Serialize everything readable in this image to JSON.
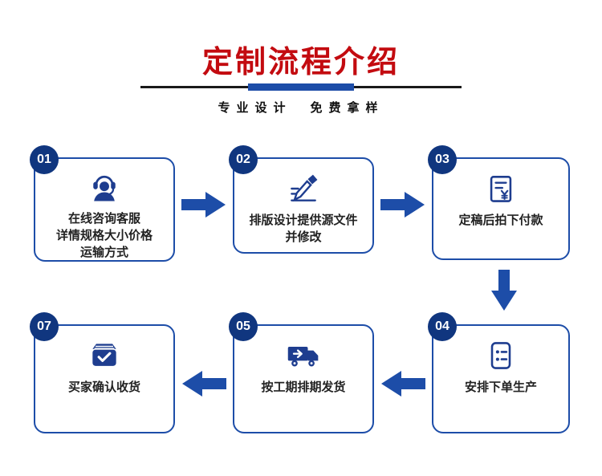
{
  "colors": {
    "red": "#c30b10",
    "blue": "#1d4da8",
    "badge": "#10367f",
    "navy": "#1e3d8f",
    "text": "#222222",
    "line": "#1a1a1a"
  },
  "header": {
    "title": "定制流程介绍",
    "subtitle": "专业设计　免费拿样"
  },
  "steps": [
    {
      "number": "01",
      "icon": "customer-service-icon",
      "lines": [
        "在线咨询客服",
        "详情规格大小价格",
        "运输方式"
      ]
    },
    {
      "number": "02",
      "icon": "design-edit-icon",
      "lines": [
        "排版设计提供源文件",
        "并修改"
      ]
    },
    {
      "number": "03",
      "icon": "payment-document-icon",
      "lines": [
        "定稿后拍下付款"
      ]
    },
    {
      "number": "04",
      "icon": "production-order-icon",
      "lines": [
        "安排下单生产"
      ]
    },
    {
      "number": "05",
      "icon": "delivery-truck-icon",
      "lines": [
        "按工期排期发货"
      ]
    },
    {
      "number": "07",
      "icon": "package-received-icon",
      "lines": [
        "买家确认收货"
      ]
    }
  ]
}
